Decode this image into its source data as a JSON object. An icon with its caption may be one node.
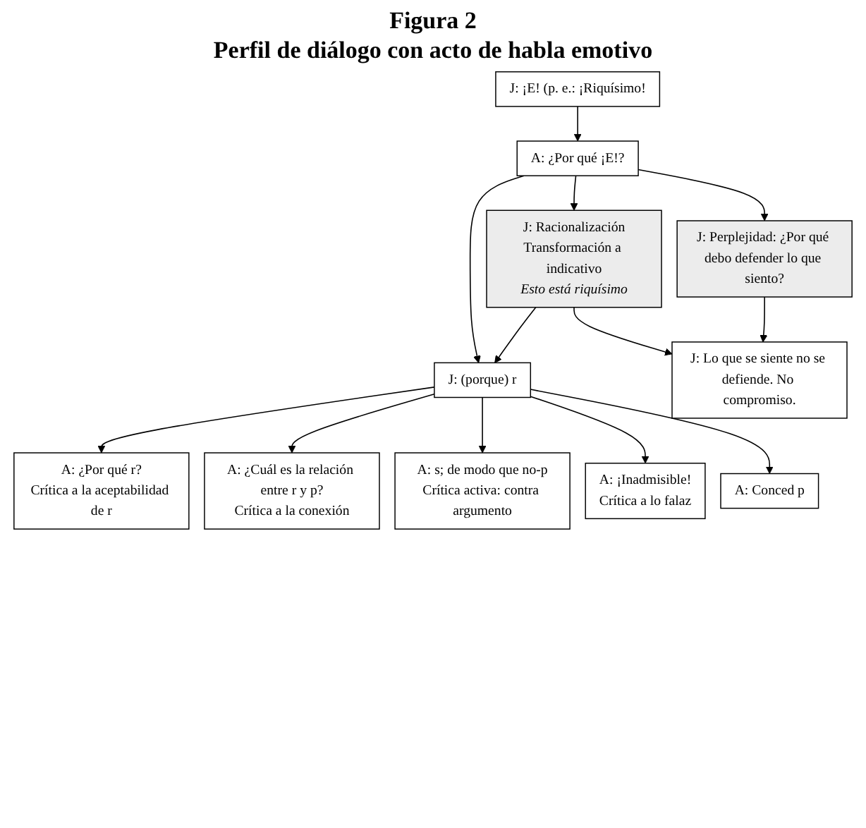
{
  "diagram": {
    "title": "Perfil de diálogo con acto de habla emotivo",
    "nodes": [
      {
        "text": [
          "J: ¡E! (p. e.: ¡Riquísimo!"
        ]
      },
      {
        "text": [
          "A: ¿Por qué ¡E!?"
        ]
      },
      {
        "text": [
          "J: Racionalización",
          "Transformación a indicativo",
          "Esto está riquísimo"
        ]
      },
      {
        "text": [
          "J: Perplejidad: ¿Por qué debo defender lo que siento?"
        ]
      },
      {
        "text": [
          "J: (porque) r"
        ]
      },
      {
        "text": [
          "J: Lo que se siente no se defiende. No compromiso."
        ]
      },
      {
        "text": [
          "A: ¿Por qué r?",
          "Crítica a la aceptabilidad de r"
        ]
      },
      {
        "text": [
          "A: ¿Cuál es la relación entre r y p?",
          "Crítica a la conexión"
        ]
      },
      {
        "text": [
          "A: s; de modo que no-p",
          "Crítica activa: contra argumento"
        ]
      },
      {
        "text": [
          "A: ¡Inadmisible!",
          "Crítica a lo falaz"
        ]
      },
      {
        "text": [
          "A: Conced p"
        ]
      }
    ],
    "edges": [
      {
        "from": 0,
        "to": 1,
        "arrow": "to"
      },
      {
        "from": 1,
        "to": 2,
        "arrow": "to"
      },
      {
        "from": 1,
        "to": 3,
        "arrow": "to"
      },
      {
        "from": 1,
        "to": 4,
        "arrow": "to"
      },
      {
        "from": 2,
        "to": 4,
        "arrow": "to"
      },
      {
        "from": 2,
        "to": 5,
        "arrow": "to"
      },
      {
        "from": 3,
        "to": 5,
        "arrow": "to"
      },
      {
        "from": 4,
        "to": 6,
        "arrow": "to"
      },
      {
        "from": 4,
        "to": 7,
        "arrow": "to"
      },
      {
        "from": 4,
        "to": 8,
        "arrow": "to"
      },
      {
        "from": 4,
        "to": 9,
        "arrow": "to"
      },
      {
        "from": 4,
        "to": 10,
        "arrow": "to"
      }
    ],
    "labels": [
      "Figura 2"
    ]
  }
}
